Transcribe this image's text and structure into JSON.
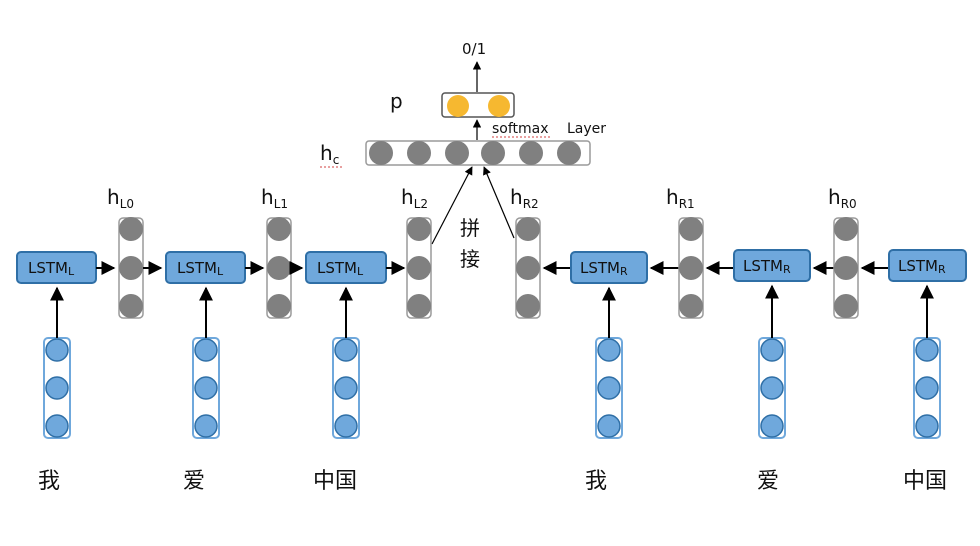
{
  "diagram": {
    "output_label": "0/1",
    "p_label": "p",
    "softmax_label": "softmax",
    "layer_label": "Layer",
    "hc_label_main": "h",
    "hc_label_sub": "c",
    "concat_label_1": "拼",
    "concat_label_2": "接",
    "left_cells": [
      {
        "lstm_main": "LSTM",
        "lstm_sub": "L",
        "h_main": "h",
        "h_sub": "L0",
        "word": "我"
      },
      {
        "lstm_main": "LSTM",
        "lstm_sub": "L",
        "h_main": "h",
        "h_sub": "L1",
        "word": "爱"
      },
      {
        "lstm_main": "LSTM",
        "lstm_sub": "L",
        "h_main": "h",
        "h_sub": "L2",
        "word": "中国"
      }
    ],
    "right_cells": [
      {
        "lstm_main": "LSTM",
        "lstm_sub": "R",
        "h_main": "h",
        "h_sub": "R2",
        "word": "我"
      },
      {
        "lstm_main": "LSTM",
        "lstm_sub": "R",
        "h_main": "h",
        "h_sub": "R1",
        "word": "爱"
      },
      {
        "lstm_main": "LSTM",
        "lstm_sub": "R",
        "h_main": "h",
        "h_sub": "R0",
        "word": "中国"
      }
    ]
  }
}
